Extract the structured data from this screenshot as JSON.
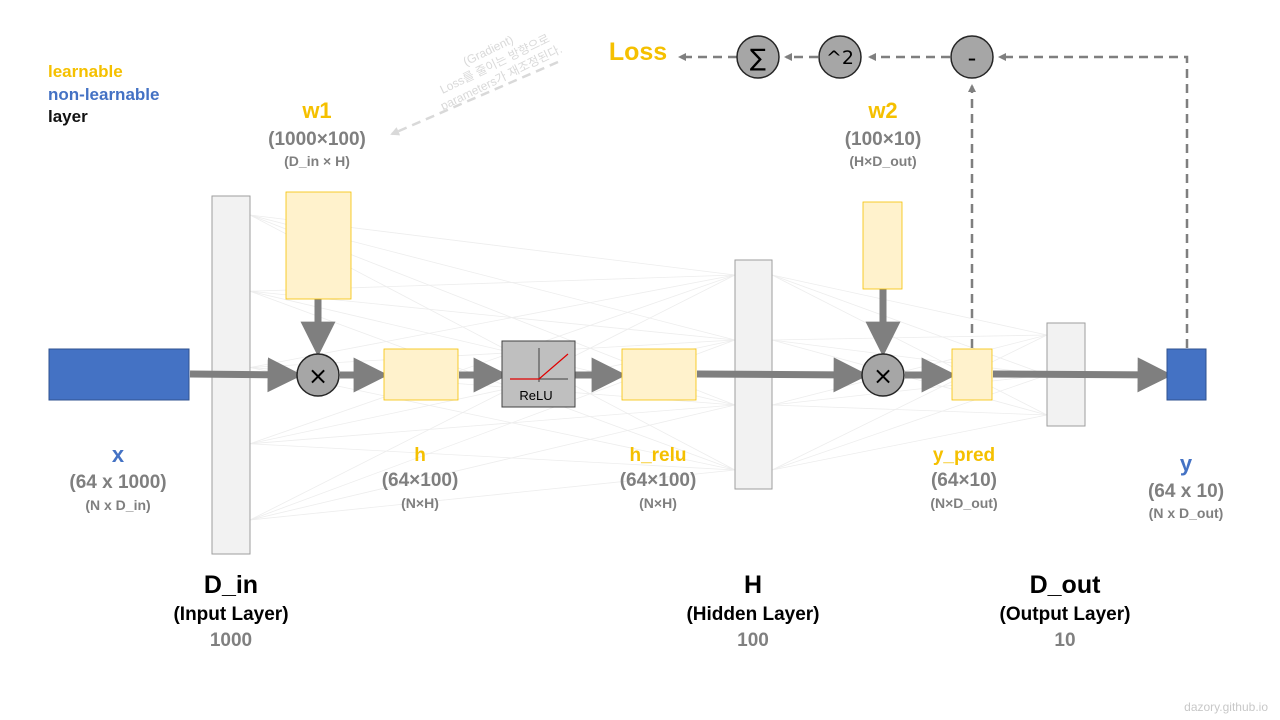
{
  "legend": {
    "learnable": "learnable",
    "non_learnable": "non-learnable",
    "layer": "layer"
  },
  "loss": {
    "label": "Loss",
    "sum_symbol": "∑",
    "square_symbol": "^2",
    "minus_symbol": "-"
  },
  "gradient_note": {
    "line1": "(Gradient)",
    "line2": "Loss를 줄이는 방향으로",
    "line3": "parameters가 재조정된다."
  },
  "w1": {
    "name": "w1",
    "shape": "(1000×100)",
    "dims": "(D_in × H)"
  },
  "w2": {
    "name": "w2",
    "shape": "(100×10)",
    "dims": "(H×D_out)"
  },
  "x": {
    "name": "x",
    "shape": "(64 x 1000)",
    "dims": "(N x D_in)"
  },
  "h": {
    "name": "h",
    "shape": "(64×100)",
    "dims": "(N×H)"
  },
  "h_relu": {
    "name": "h_relu",
    "shape": "(64×100)",
    "dims": "(N×H)"
  },
  "y_pred": {
    "name": "y_pred",
    "shape": "(64×10)",
    "dims": "(N×D_out)"
  },
  "y": {
    "name": "y",
    "shape": "(64 x 10)",
    "dims": "(N x D_out)"
  },
  "relu": {
    "label": "ReLU"
  },
  "multiply_symbol": "×",
  "layers": {
    "input": {
      "name": "D_in",
      "desc": "(Input Layer)",
      "size": "1000"
    },
    "hidden": {
      "name": "H",
      "desc": "(Hidden Layer)",
      "size": "100"
    },
    "output": {
      "name": "D_out",
      "desc": "(Output Layer)",
      "size": "10"
    }
  },
  "watermark": "dazory.github.io",
  "colors": {
    "learnable": "#f5c000",
    "non_learnable": "#4472c4",
    "learnable_fill": "#fff2cc",
    "arrow": "#7f7f7f",
    "layer_fill": "#f2f2f2"
  }
}
